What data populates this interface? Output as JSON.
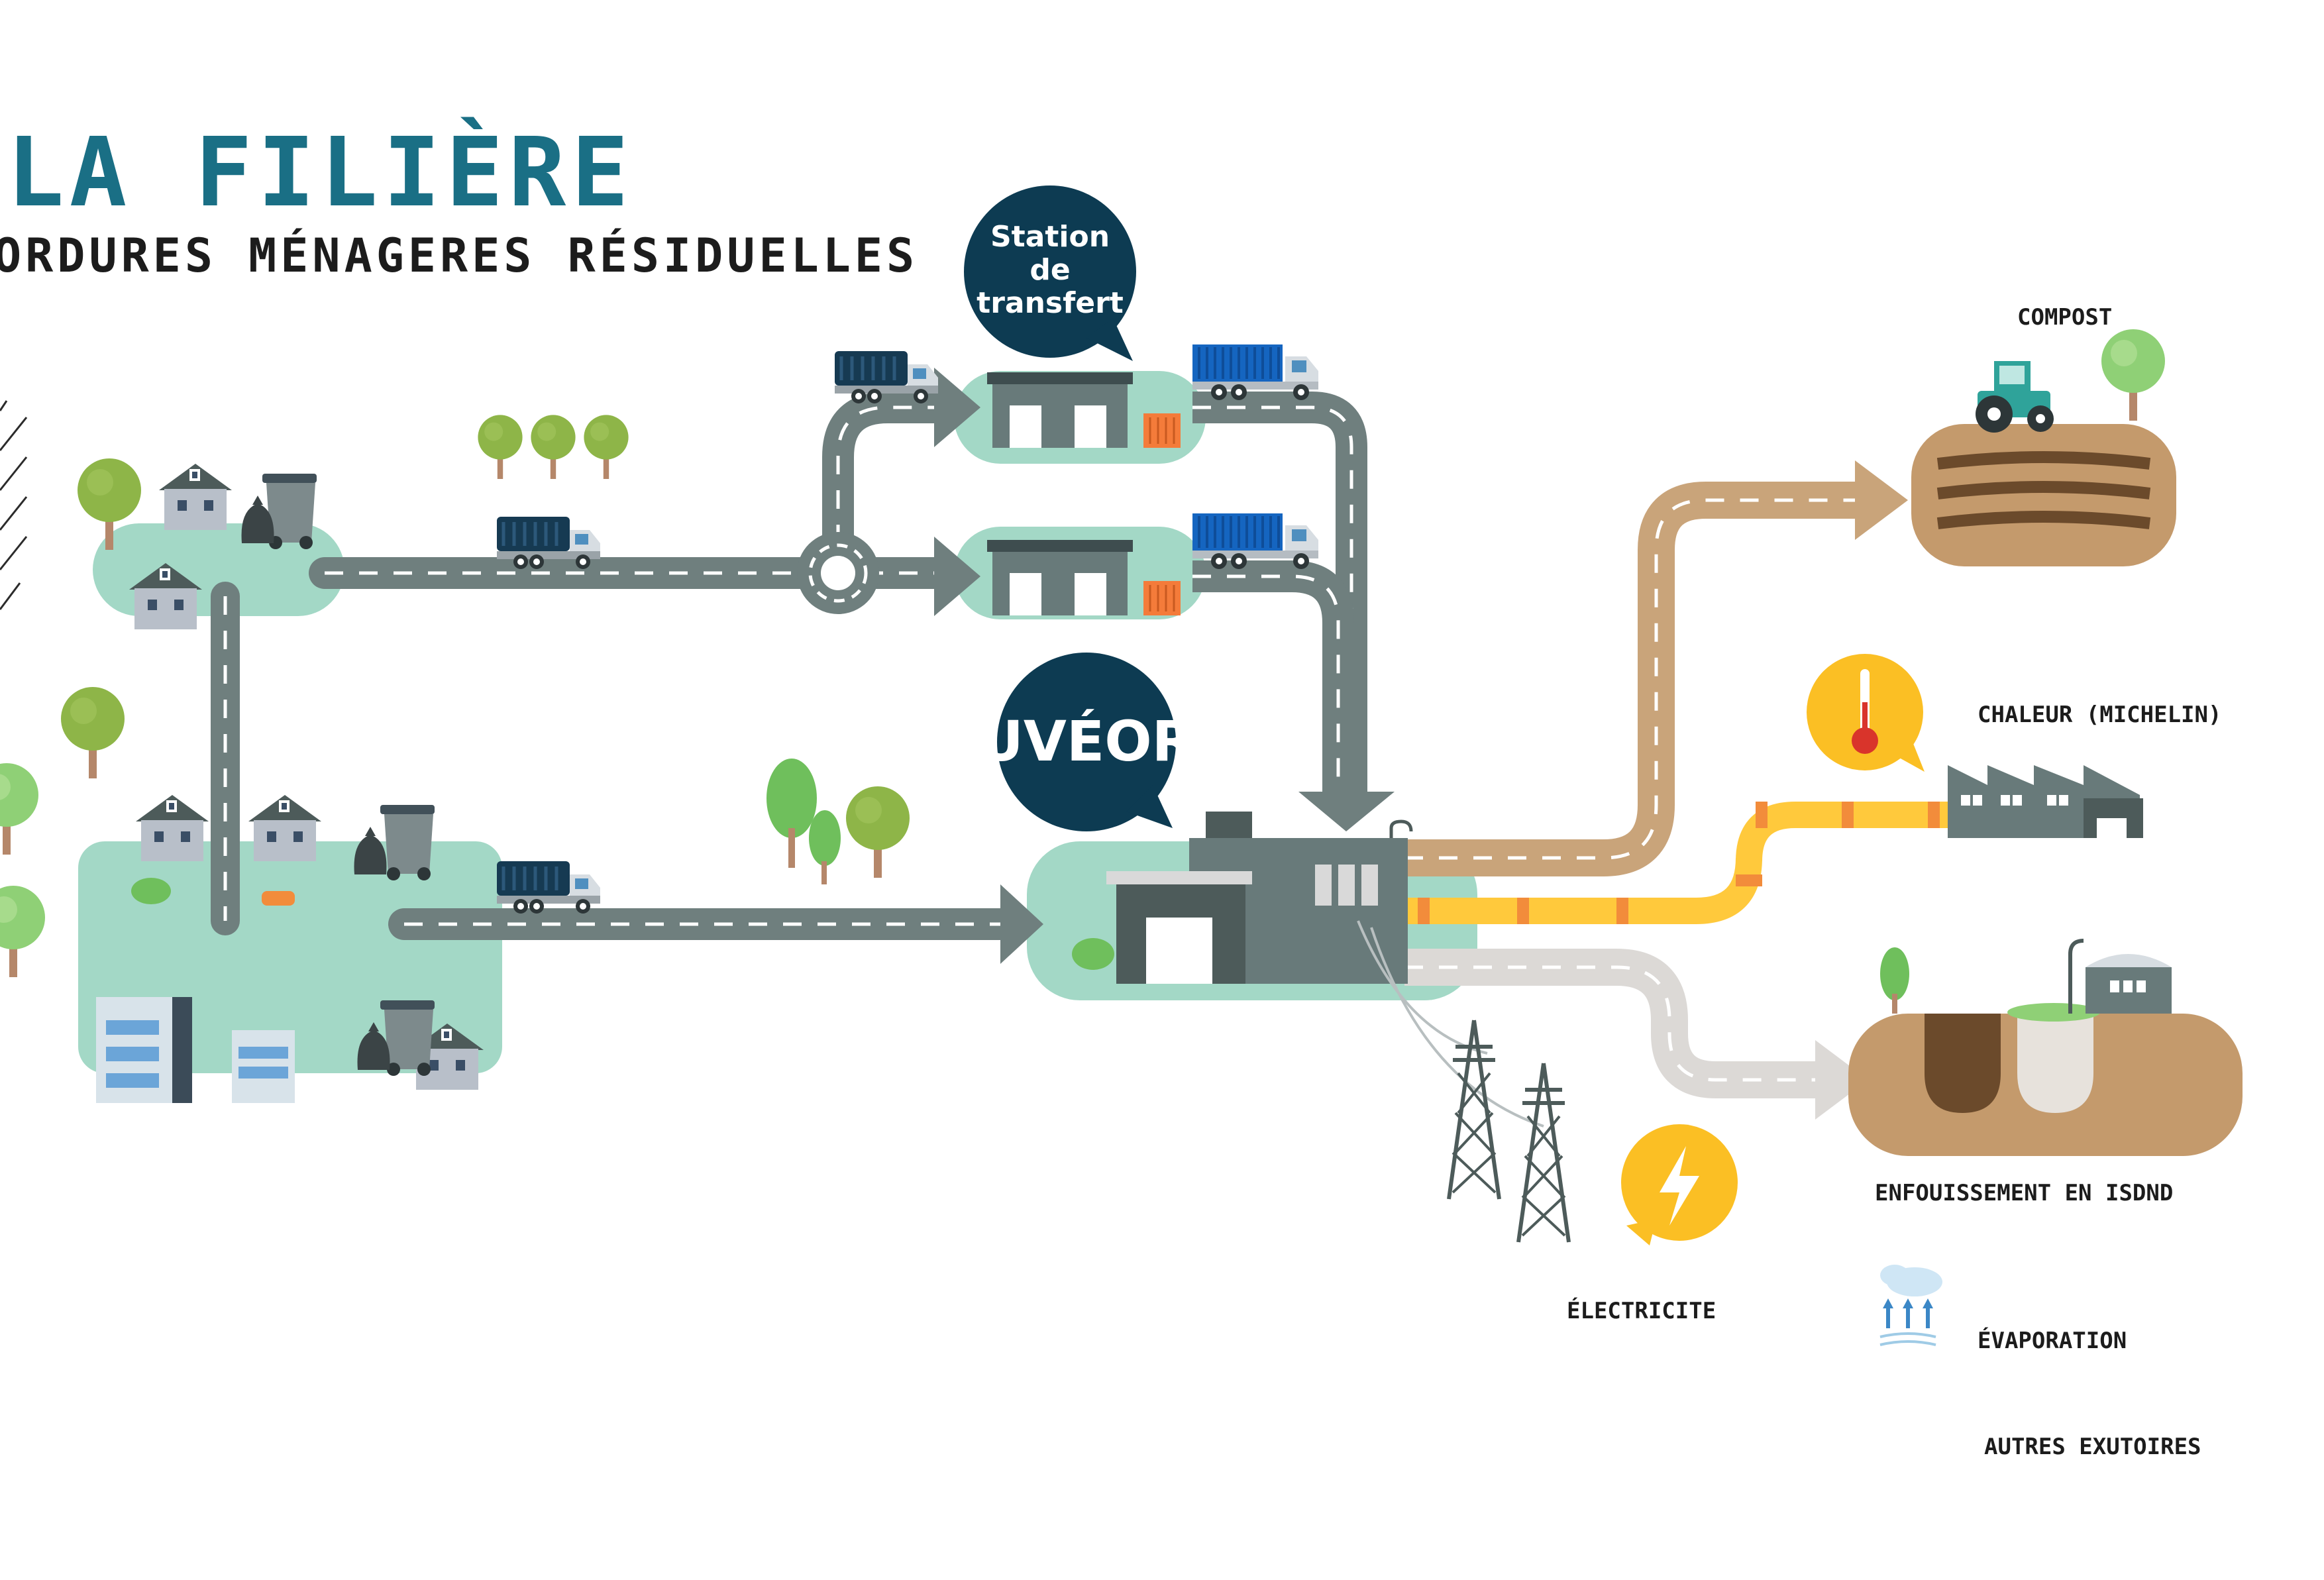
{
  "title": {
    "main": "LA FILIÈRE",
    "subtitle": "ORDURES MÉNAGERES RÉSIDUELLES"
  },
  "bubbles": {
    "station_line1": "Station",
    "station_line2": "de",
    "station_line3": "transfert",
    "uveor": "UVÉOR"
  },
  "outputs": {
    "compost": "COMPOST",
    "chaleur": "CHALEUR (MICHELIN)",
    "enfouissement": "ENFOUISSEMENT EN ISDND",
    "electricite": "ÉLECTRICITE",
    "evaporation": "ÉVAPORATION",
    "autres": "AUTRES EXUTOIRES"
  },
  "colors": {
    "title": "#1a6f85",
    "bubble": "#0d3b52",
    "road": "#6f7f7e",
    "ground": "#a3d8c6",
    "compost_flow": "#c9a47a",
    "heat_flow": "#ffc93c",
    "landfill_flow": "#dcd9d6",
    "earth": "#c49a6c",
    "alert_yellow": "#fbbf24",
    "truck_blue": "#1565c0",
    "truck_navy": "#163a52"
  },
  "icons": [
    "house-icon",
    "bin-icon",
    "bag-icon",
    "tree-icon",
    "truck-icon",
    "container-truck-icon",
    "roundabout-icon",
    "warehouse-icon",
    "factory-icon",
    "tractor-icon",
    "thermometer-icon",
    "lightning-icon",
    "pylon-icon",
    "evaporation-icon",
    "landfill-icon",
    "apartment-icon"
  ]
}
